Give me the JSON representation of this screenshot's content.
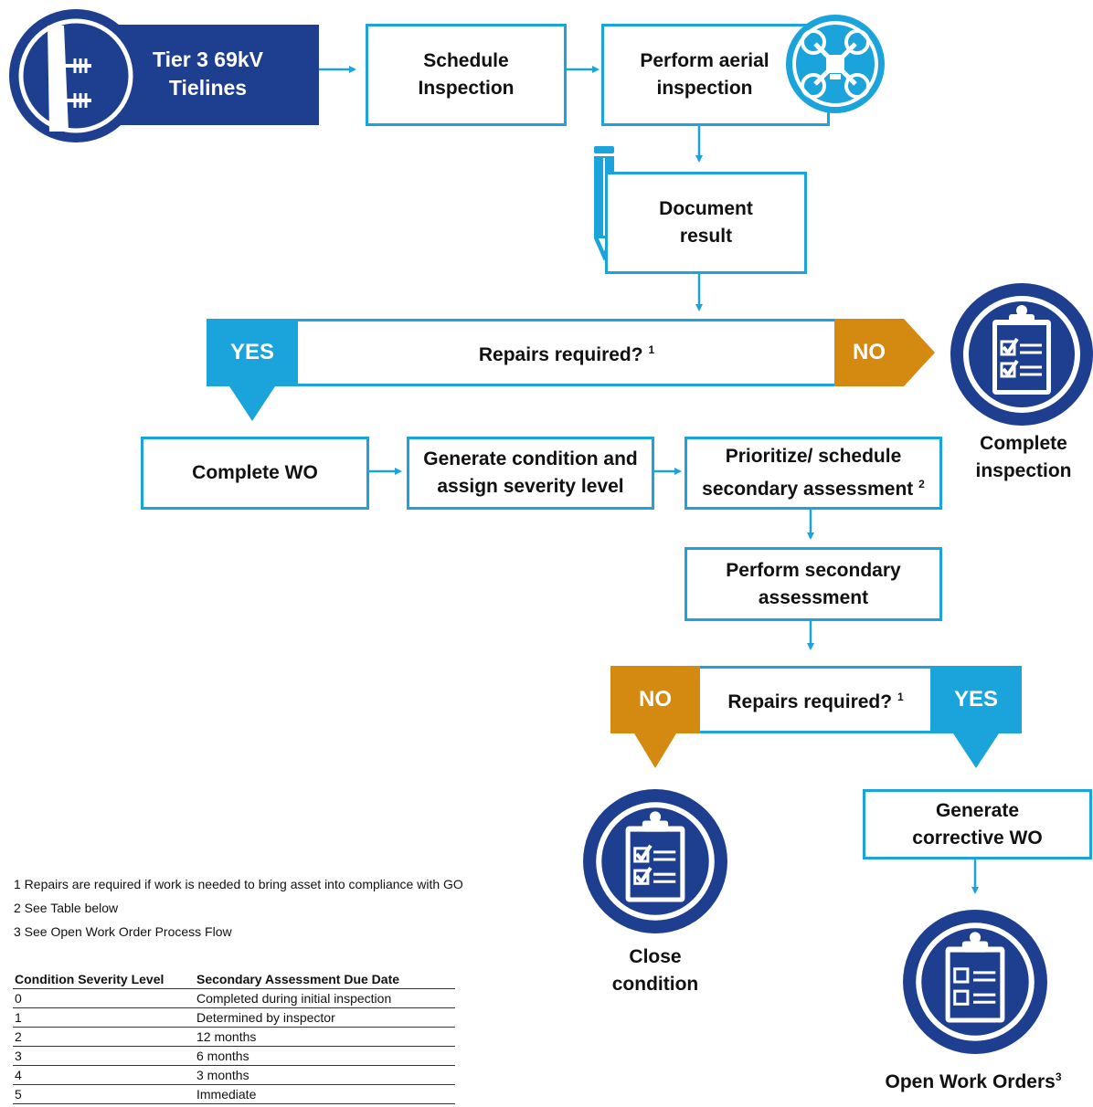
{
  "colors": {
    "navy": "#1e3f8f",
    "light_blue": "#1ba3dc",
    "orange": "#d48a10"
  },
  "header": {
    "title_line1": "Tier 3 69kV",
    "title_line2": "Tielines",
    "icon": "transmission-tower-icon"
  },
  "steps": {
    "schedule_inspection": "Schedule\nInspection",
    "perform_aerial_inspection": "Perform aerial\ninspection",
    "document_result": "Document\nresult",
    "complete_wo": "Complete WO",
    "generate_condition": "Generate condition and\nassign severity level",
    "prioritize": "Prioritize/ schedule\nsecondary assessment",
    "perform_secondary": "Perform secondary\nassessment",
    "generate_corrective": "Generate\ncorrective WO"
  },
  "decision1": {
    "question": "Repairs required?",
    "sup": "1",
    "yes": "YES",
    "no": "NO"
  },
  "decision2": {
    "question": "Repairs required?",
    "sup": "1",
    "yes": "YES",
    "no": "NO"
  },
  "prioritize_sup": "2",
  "outcomes": {
    "complete_inspection": "Complete\ninspection",
    "close_condition": "Close\ncondition",
    "open_work_orders": "Open Work Orders",
    "open_work_orders_sup": "3"
  },
  "footnotes": [
    "1 Repairs are required if work is needed to bring asset into compliance with GO",
    "2 See Table below",
    "3 See Open Work Order Process Flow"
  ],
  "table": {
    "headers": [
      "Condition Severity Level",
      "Secondary Assessment Due Date"
    ],
    "rows": [
      [
        "0",
        "Completed during initial inspection"
      ],
      [
        "1",
        "Determined by inspector"
      ],
      [
        "2",
        "12 months"
      ],
      [
        "3",
        "6 months"
      ],
      [
        "4",
        "3 months"
      ],
      [
        "5",
        "Immediate"
      ]
    ]
  }
}
